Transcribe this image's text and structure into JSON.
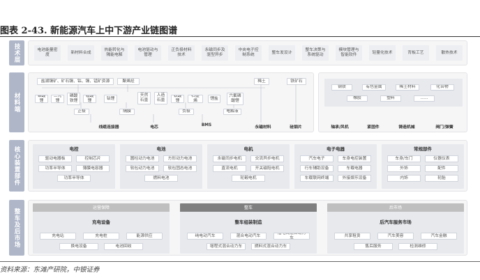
{
  "title": "图表 2-43. 新能源汽车上中下游产业链图谱",
  "source": "资料来源：东滩产研院，中银证券",
  "rows": {
    "tech": "技术层",
    "material": "材料端",
    "core": "核心装置部件",
    "vehicle": "整车及后市场"
  },
  "tech_items": [
    "电池能量密度",
    "新材料合成",
    "热能转化与隔能电解",
    "电池驱动与管理",
    "正负极材料技术",
    "永磁同步及驱型异步",
    "中央电子控制系统",
    "整车发设计",
    "整车决策与系统驱动",
    "模块管理与智能软件",
    "轻量化技术",
    "背板工艺",
    "散热技术"
  ],
  "material": {
    "ore": "盐湖镍矿、矿石镍、钴、镍、锰矿资源",
    "hmg": "聚烯烃",
    "raw": [
      "钴酸锂",
      "三元锂",
      "磷酸铁锂",
      "锰酸锂",
      "钴锂"
    ],
    "cathode": "正极",
    "graphite": [
      "天然石墨",
      "人造石墨",
      "钛酸锂",
      "石墨烯"
    ],
    "anode": "负极",
    "separator": "隔膜",
    "lithium6": "六氟磷酸锂",
    "lithium": "锂盐",
    "electrolyte": "电解液",
    "rareearth": "稀土",
    "iron": "铁矿石",
    "wire": "线缆连接器",
    "cell": "电芯",
    "bms": "BMS",
    "magnet": "永磁材料",
    "steel": "硅钢片",
    "right_top": [
      "钢铁",
      "有色金属",
      "稀土材料",
      "化合物"
    ],
    "right_mid": [
      "橡胶",
      "塑料",
      "......"
    ],
    "right_out": [
      "轴承/风机",
      "紧固件",
      "铸造机械",
      "阀门/弹簧"
    ]
  },
  "core": {
    "electronic": {
      "title": "电控",
      "items": [
        "驱动电器板",
        "控制芯片",
        "功率半导体",
        "薄膜电容器",
        "功率半导体"
      ]
    },
    "battery": {
      "title": "电池",
      "items": [
        "圆柱动力电池",
        "方形动力电池",
        "软包动力电池",
        "软包固态电池",
        "燃料电池"
      ]
    },
    "motor": {
      "title": "电机",
      "items": [
        "永磁同步电机",
        "交流异步电机",
        "直流电机",
        "开关磁阻电机",
        "轮毂电机"
      ]
    },
    "electrical": {
      "title": "电子电器",
      "items": [
        "汽车电子",
        "车身电控装置",
        "行车辅助设备",
        "车载电器",
        "车载联网终端",
        "外接娱乐设备"
      ]
    },
    "parts": {
      "title": "常规部件",
      "items": [
        "车身/车门",
        "仪器仪表",
        "外饰",
        "配件",
        "内饰",
        "轮胎"
      ]
    }
  },
  "vehicle": {
    "charging": {
      "title": "运营保障",
      "sub": "充电设备",
      "items": [
        "充电站",
        "充电桩",
        "能源供应",
        "换电设备",
        "电池回收"
      ]
    },
    "oem": {
      "title": "整车",
      "sub": "整车组装制造",
      "items": [
        "纯电动汽车",
        "混合电动汽车",
        "插电式混合动力车",
        "增程式混合动力车",
        "燃料式混合动力车"
      ]
    },
    "after": {
      "title": "后市场",
      "sub": "后汽车服务市场",
      "items": [
        "共享租赁",
        "汽车美容",
        "汽车金融",
        "售后服务",
        "检测维修"
      ]
    }
  },
  "colors": {
    "label": "#aeb6c8",
    "bar_light": "#bfbfbf",
    "bar_dark": "#7f7f7f"
  }
}
